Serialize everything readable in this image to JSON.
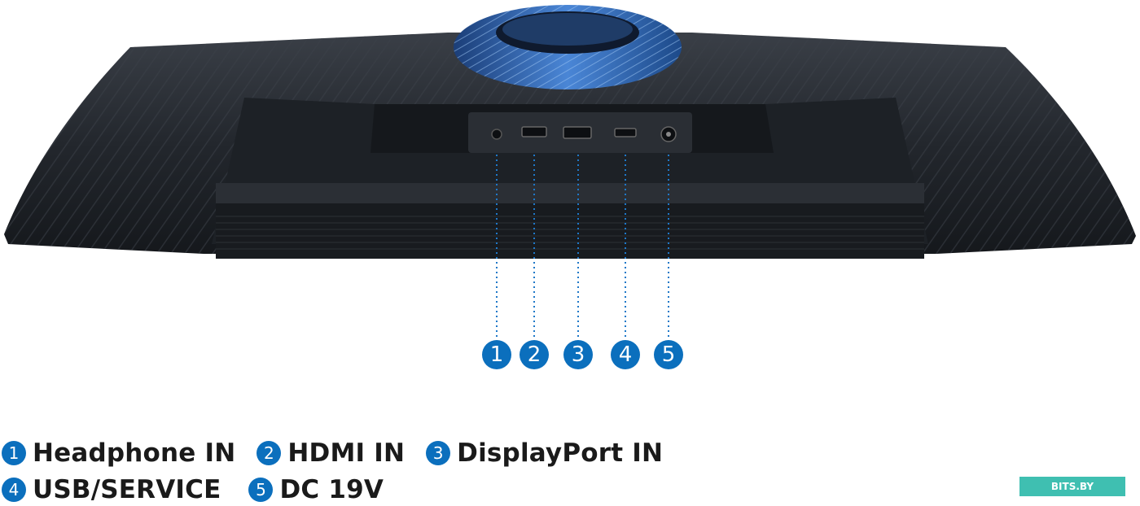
{
  "colors": {
    "badge": "#0b6fbd",
    "dotted_line": "#1f78c8",
    "monitor_body": "#23272d",
    "stand_ring": "#2f67b8",
    "watermark": "#3fbfb1"
  },
  "ports": [
    {
      "number": "1",
      "label": "Headphone IN"
    },
    {
      "number": "2",
      "label": "HDMI IN"
    },
    {
      "number": "3",
      "label": "DisplayPort IN"
    },
    {
      "number": "4",
      "label": "USB/SERVICE"
    },
    {
      "number": "5",
      "label": "DC 19V"
    }
  ],
  "watermark": "BITS.BY"
}
